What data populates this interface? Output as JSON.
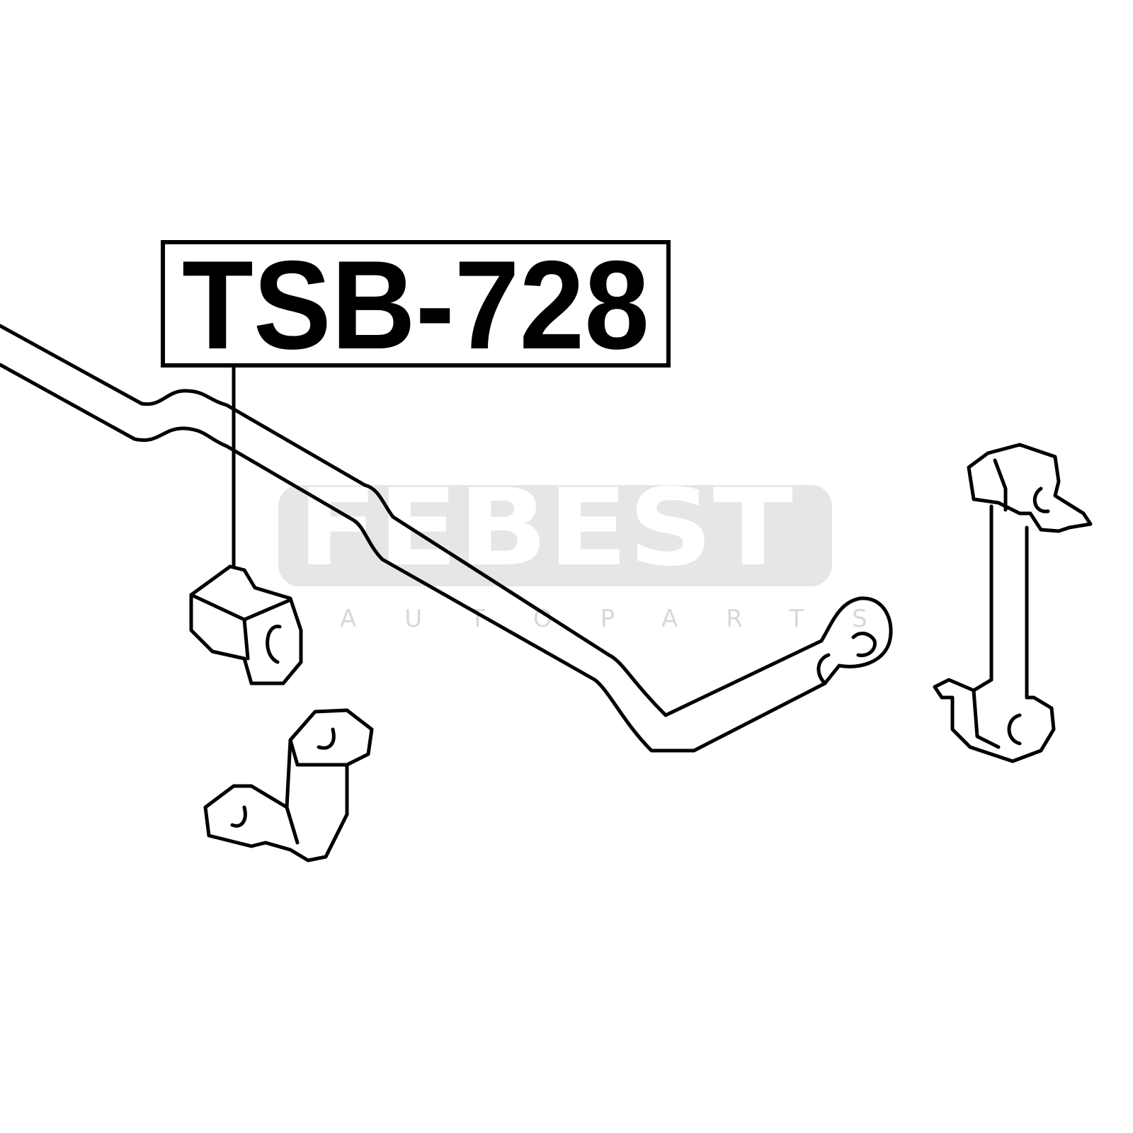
{
  "part_label": "TSB-728",
  "watermark": {
    "brand": "FEBEST",
    "tagline": "AUTOPARTS"
  },
  "colors": {
    "line": "#000000",
    "watermark_bg": "#e6e6e6",
    "background": "#ffffff"
  }
}
